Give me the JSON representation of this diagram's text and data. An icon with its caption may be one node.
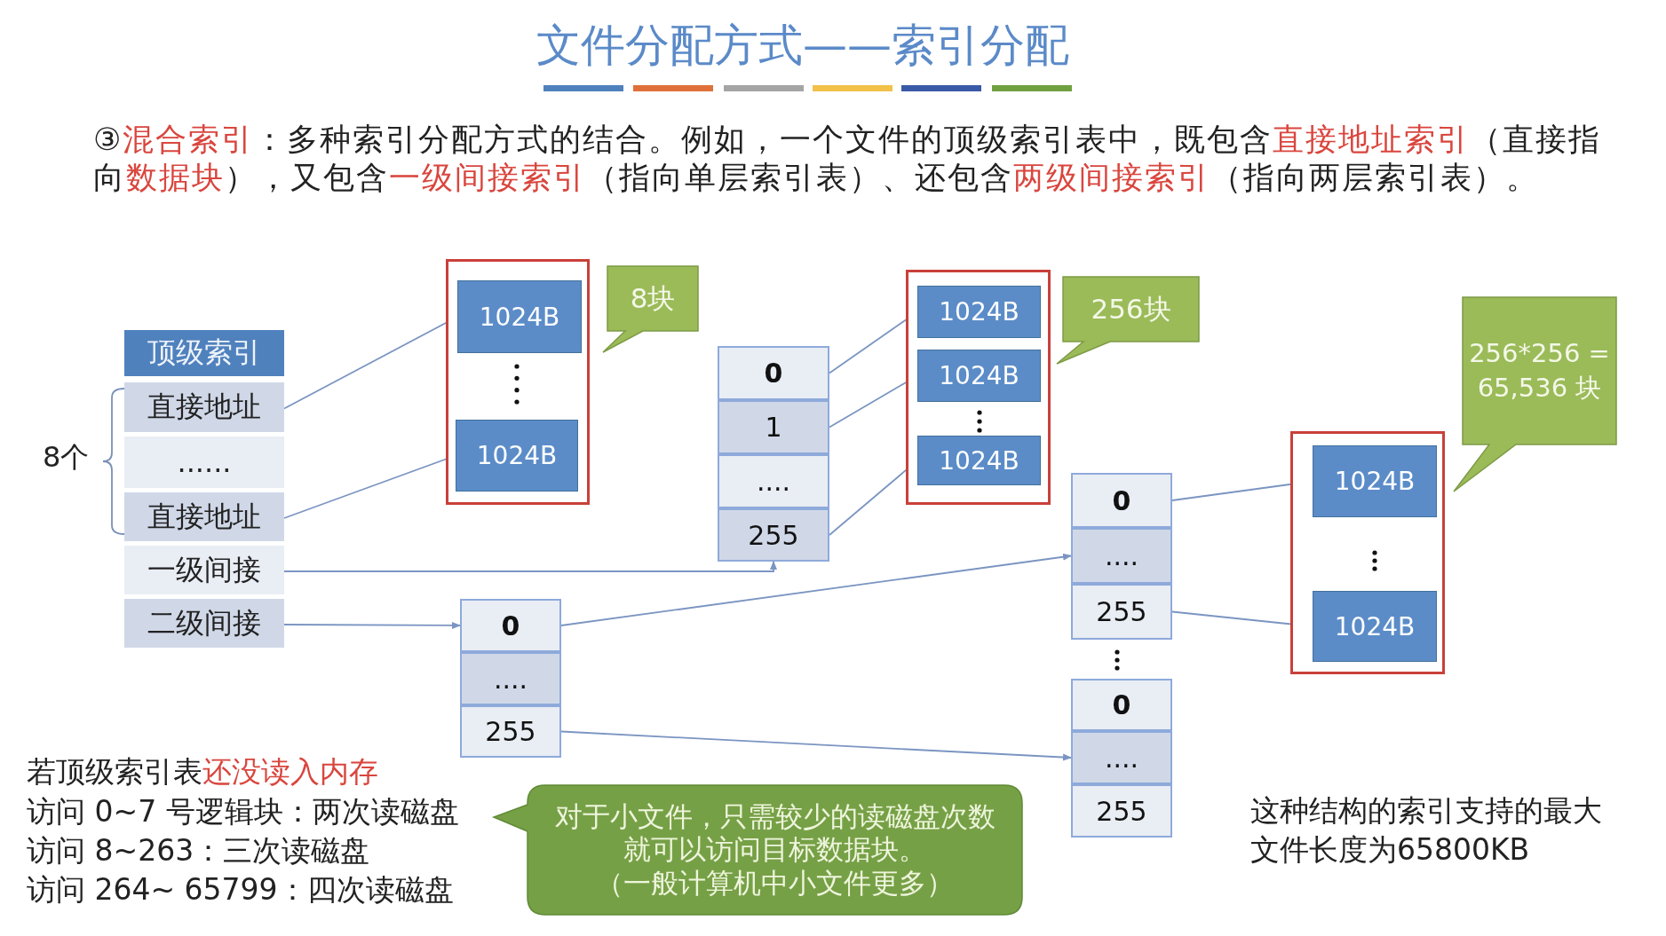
{
  "diagram": {
    "title": "文件分配方式——索引分配",
    "nodes": [
      {
        "text": [
          "顶级索引"
        ]
      },
      {
        "text": [
          "直接地址"
        ]
      },
      {
        "text": [
          "......"
        ]
      },
      {
        "text": [
          "直接地址"
        ]
      },
      {
        "text": [
          "一级间接"
        ]
      },
      {
        "text": [
          "二级间接"
        ]
      },
      {
        "text": [],
        "shape": "box"
      },
      {
        "text": [
          "1024B"
        ],
        "in": 6
      },
      {
        "text": [
          "1024B"
        ],
        "in": 6
      },
      {
        "text": [
          "8块"
        ]
      },
      {
        "text": [
          "0"
        ]
      },
      {
        "text": [
          "1"
        ]
      },
      {
        "text": [
          "...."
        ]
      },
      {
        "text": [
          "255"
        ]
      },
      {
        "text": [],
        "shape": "box"
      },
      {
        "text": [
          "1024B"
        ],
        "in": 14
      },
      {
        "text": [
          "1024B"
        ],
        "in": 14
      },
      {
        "text": [
          "1024B"
        ],
        "in": 14
      },
      {
        "text": [
          "256块"
        ]
      },
      {
        "text": [
          "0"
        ]
      },
      {
        "text": [
          "...."
        ]
      },
      {
        "text": [
          "255"
        ]
      },
      {
        "text": [
          "0"
        ]
      },
      {
        "text": [
          "...."
        ]
      },
      {
        "text": [
          "255"
        ]
      },
      {
        "text": [
          "0"
        ]
      },
      {
        "text": [
          "...."
        ]
      },
      {
        "text": [
          "255"
        ]
      },
      {
        "text": [],
        "shape": "box"
      },
      {
        "text": [
          "1024B"
        ],
        "in": 28
      },
      {
        "text": [
          "1024B"
        ],
        "in": 28
      },
      {
        "text": [
          "256*256 = 65,536 块"
        ]
      },
      {
        "text": [
          "对于小文件，只需较少的读磁盘次数就可以访问目标数据块。",
          "（一般计算机中小文件更多）"
        ]
      }
    ],
    "edges": [
      {
        "from": 1,
        "to": 7,
        "arrow": "to"
      },
      {
        "from": 3,
        "to": 8,
        "arrow": "to"
      },
      {
        "from": 4,
        "to": 13,
        "arrow": "to"
      },
      {
        "from": 5,
        "to": 19,
        "arrow": "to"
      },
      {
        "from": 10,
        "to": 15,
        "arrow": "to"
      },
      {
        "from": 11,
        "to": 16,
        "arrow": "to"
      },
      {
        "from": 13,
        "to": 17,
        "arrow": "to"
      },
      {
        "from": 19,
        "to": 23,
        "arrow": "to"
      },
      {
        "from": 21,
        "to": 26,
        "arrow": "to"
      },
      {
        "from": 22,
        "to": 29,
        "arrow": "to"
      },
      {
        "from": 24,
        "to": 30,
        "arrow": "to"
      }
    ],
    "labels": [
      "③**混合索引**：多种索引分配方式的结合。例如，一个文件的顶级索引表中，既包含**直接地址索引**（直接指向**数据块**），又包含**一级间接索引**（指向单层索引表）、还包含**两级间接索引**（指向两层索引表）。",
      "8个",
      "若顶级索引表**还没读入内存**",
      "访问 0~7 号逻辑块：两次读磁盘",
      "访问 8~263：三次读磁盘",
      "访问 264~ 65799：四次读磁盘",
      "这种结构的索引支持的最大文件长度为65800KB"
    ]
  }
}
